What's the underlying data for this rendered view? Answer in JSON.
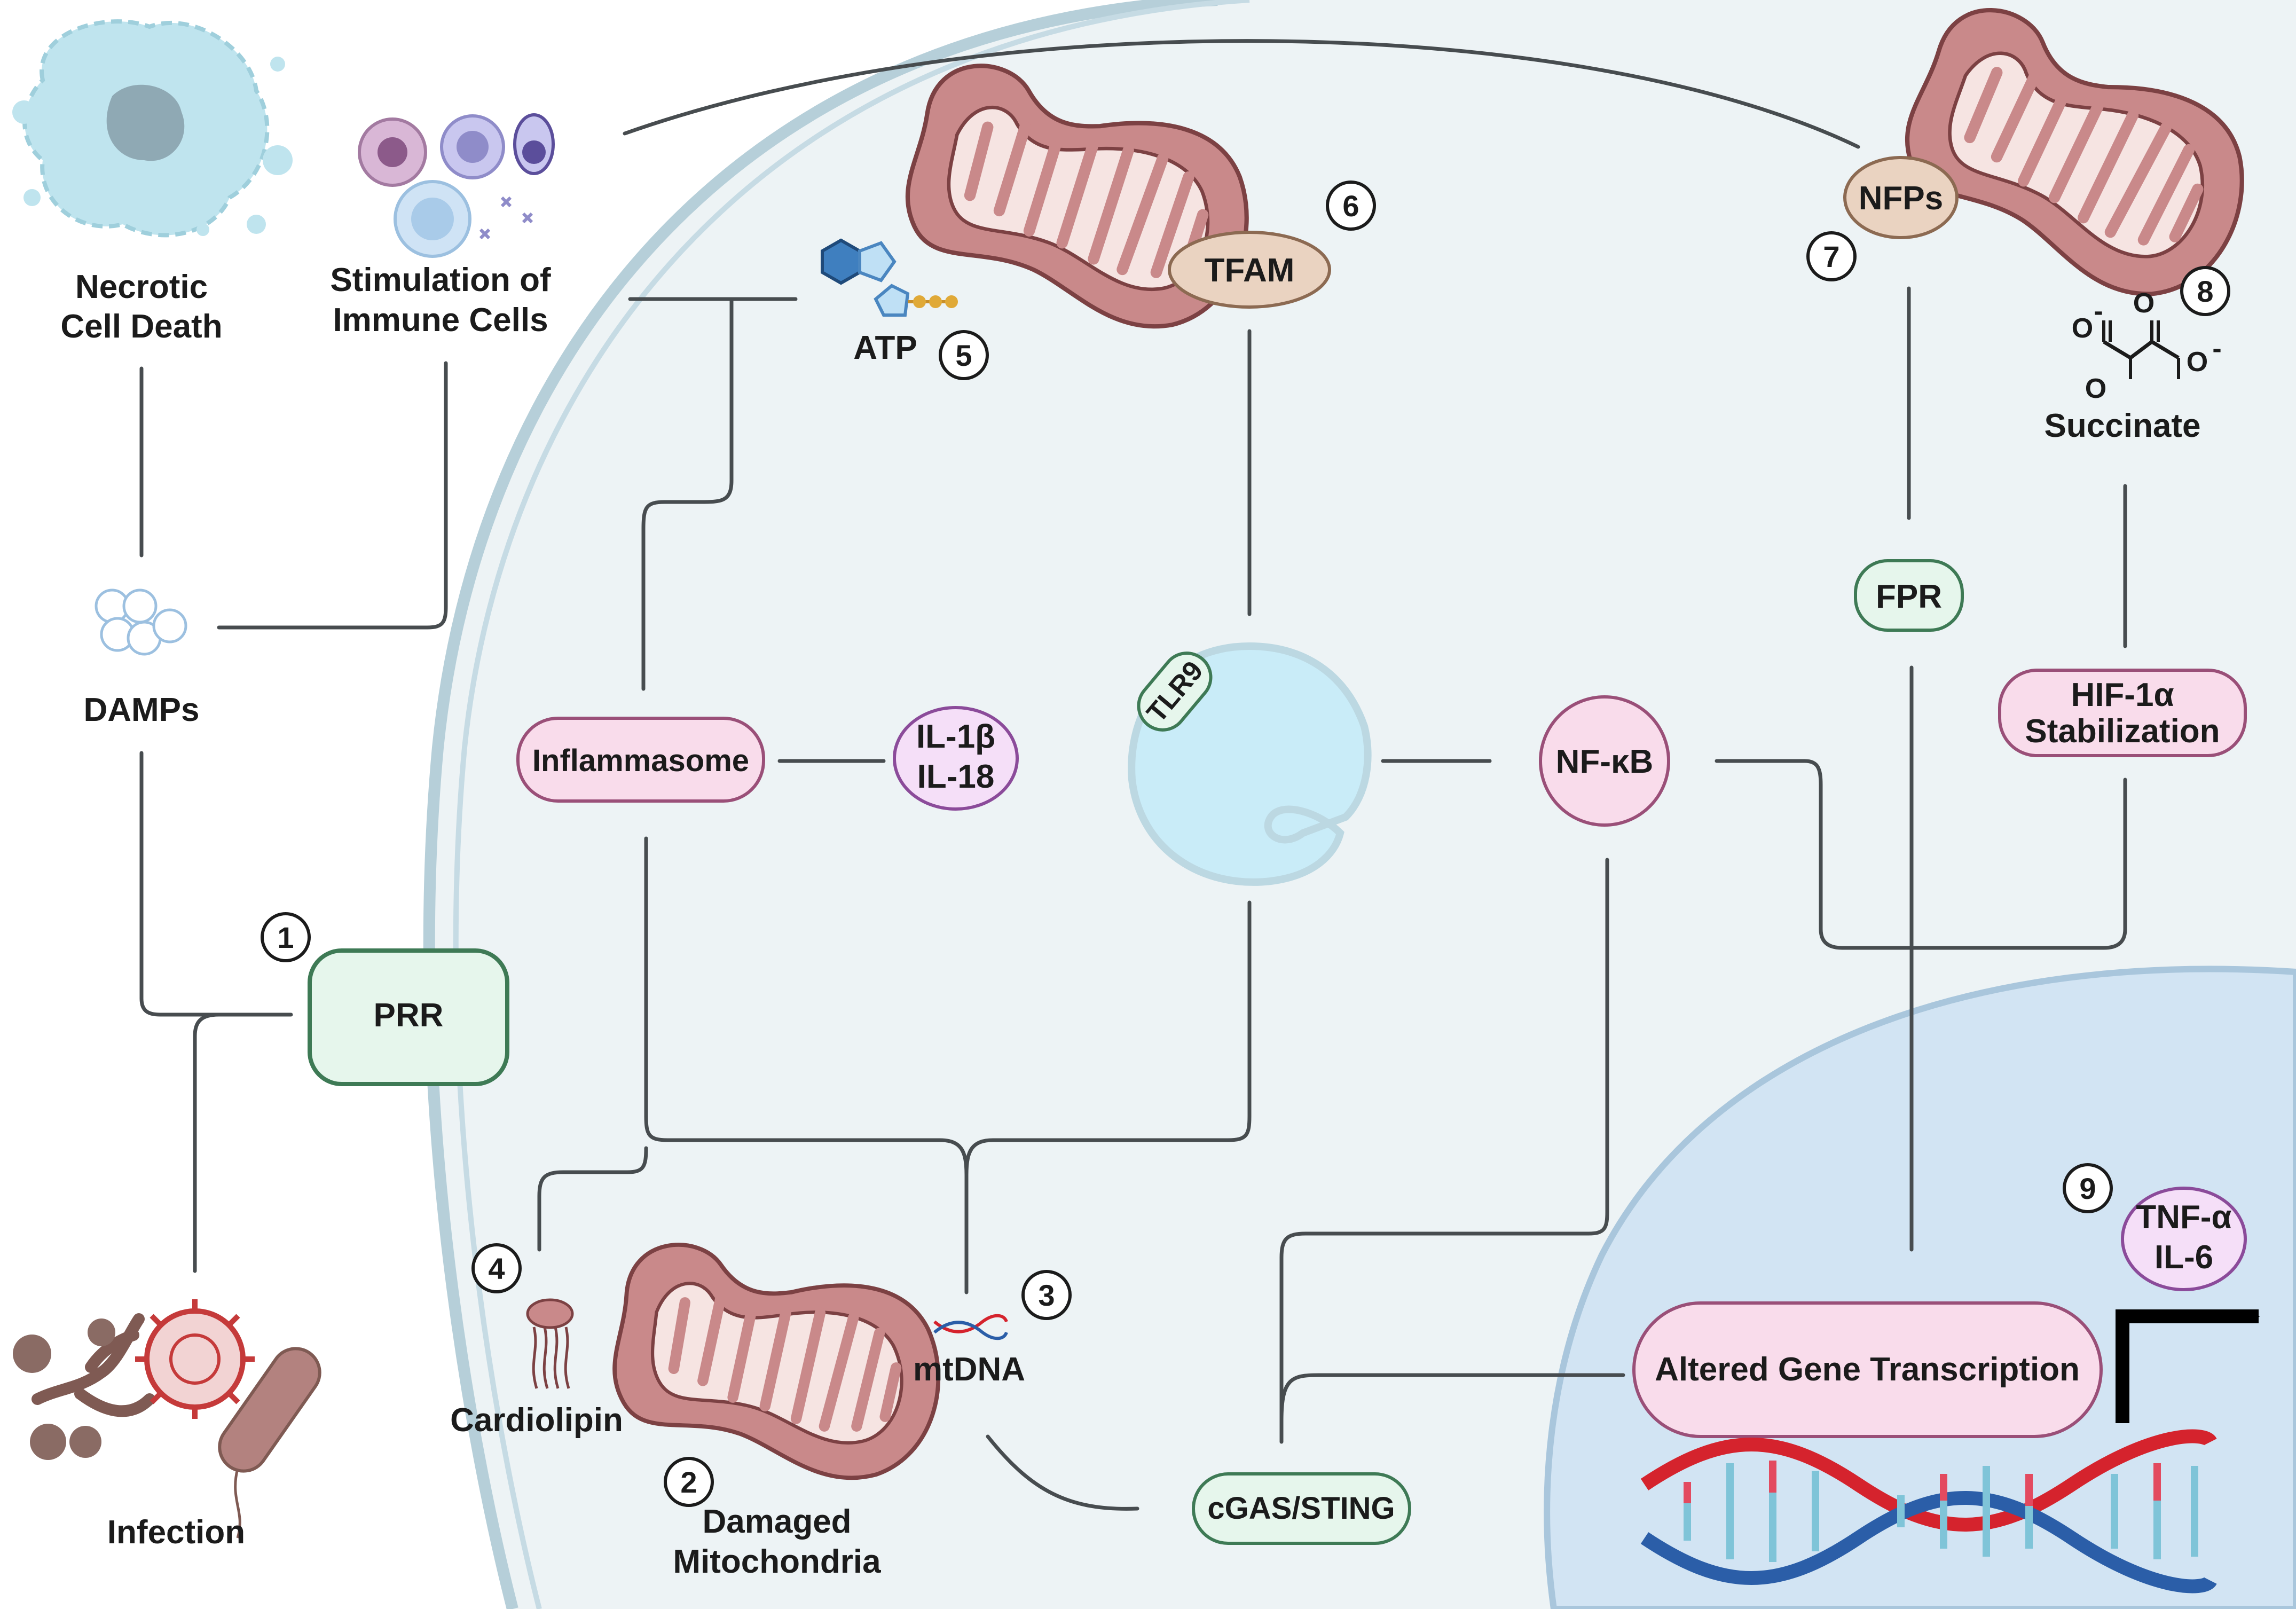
{
  "external": {
    "necrotic": [
      "Necrotic",
      "Cell Death"
    ],
    "damps": "DAMPs",
    "infection": "Infection",
    "immune": [
      "Stimulation of",
      "Immune Cells"
    ]
  },
  "receptors": {
    "prr": "PRR",
    "tlr9": "TLR9",
    "fpr": "FPR",
    "cgas_sting": "cGAS/STING",
    "nfkb": "NF-κB",
    "inflammasome": "Inflammasome",
    "hif": [
      "HIF-1α",
      "Stabilization"
    ]
  },
  "cytokines": {
    "il1b_il18": [
      "IL-1β",
      "IL-18"
    ],
    "tnf_il6": [
      "TNF-α",
      "IL-6"
    ]
  },
  "mito_factors": {
    "atp": "ATP",
    "tfam": "TFAM",
    "nfps": "NFPs",
    "succinate": "Succinate",
    "mtdna": "mtDNA",
    "cardiolipin": "Cardiolipin",
    "damaged_mito": [
      "Damaged",
      "Mitochondria"
    ]
  },
  "succinate_atoms": {
    "oxygen": "O",
    "charge": "-"
  },
  "nucleus": {
    "transcription": "Altered Gene Transcription"
  },
  "step_numbers": [
    "1",
    "2",
    "3",
    "4",
    "5",
    "6",
    "7",
    "8",
    "9"
  ],
  "colors": {
    "cell_fill": "#edf3f5",
    "cell_membrane": "#b6cfd9",
    "nucleus_fill": "#d2e4f3",
    "mito_fill": "#c9898a",
    "mito_outline": "#7c4143",
    "green_node_fill": "#e6f6ec",
    "green_node_stroke": "#3e7a55",
    "pink_node_fill": "#f9dceb",
    "pink_node_stroke": "#9a4f78",
    "tan_node_fill": "#ead3c1",
    "tan_node_stroke": "#8c6a52",
    "purple_node_fill": "#f5dff8",
    "purple_node_stroke": "#8b4b9a",
    "arrow": "#474c4f",
    "dna_red": "#d5232d",
    "dna_blue": "#2b5ea8"
  }
}
